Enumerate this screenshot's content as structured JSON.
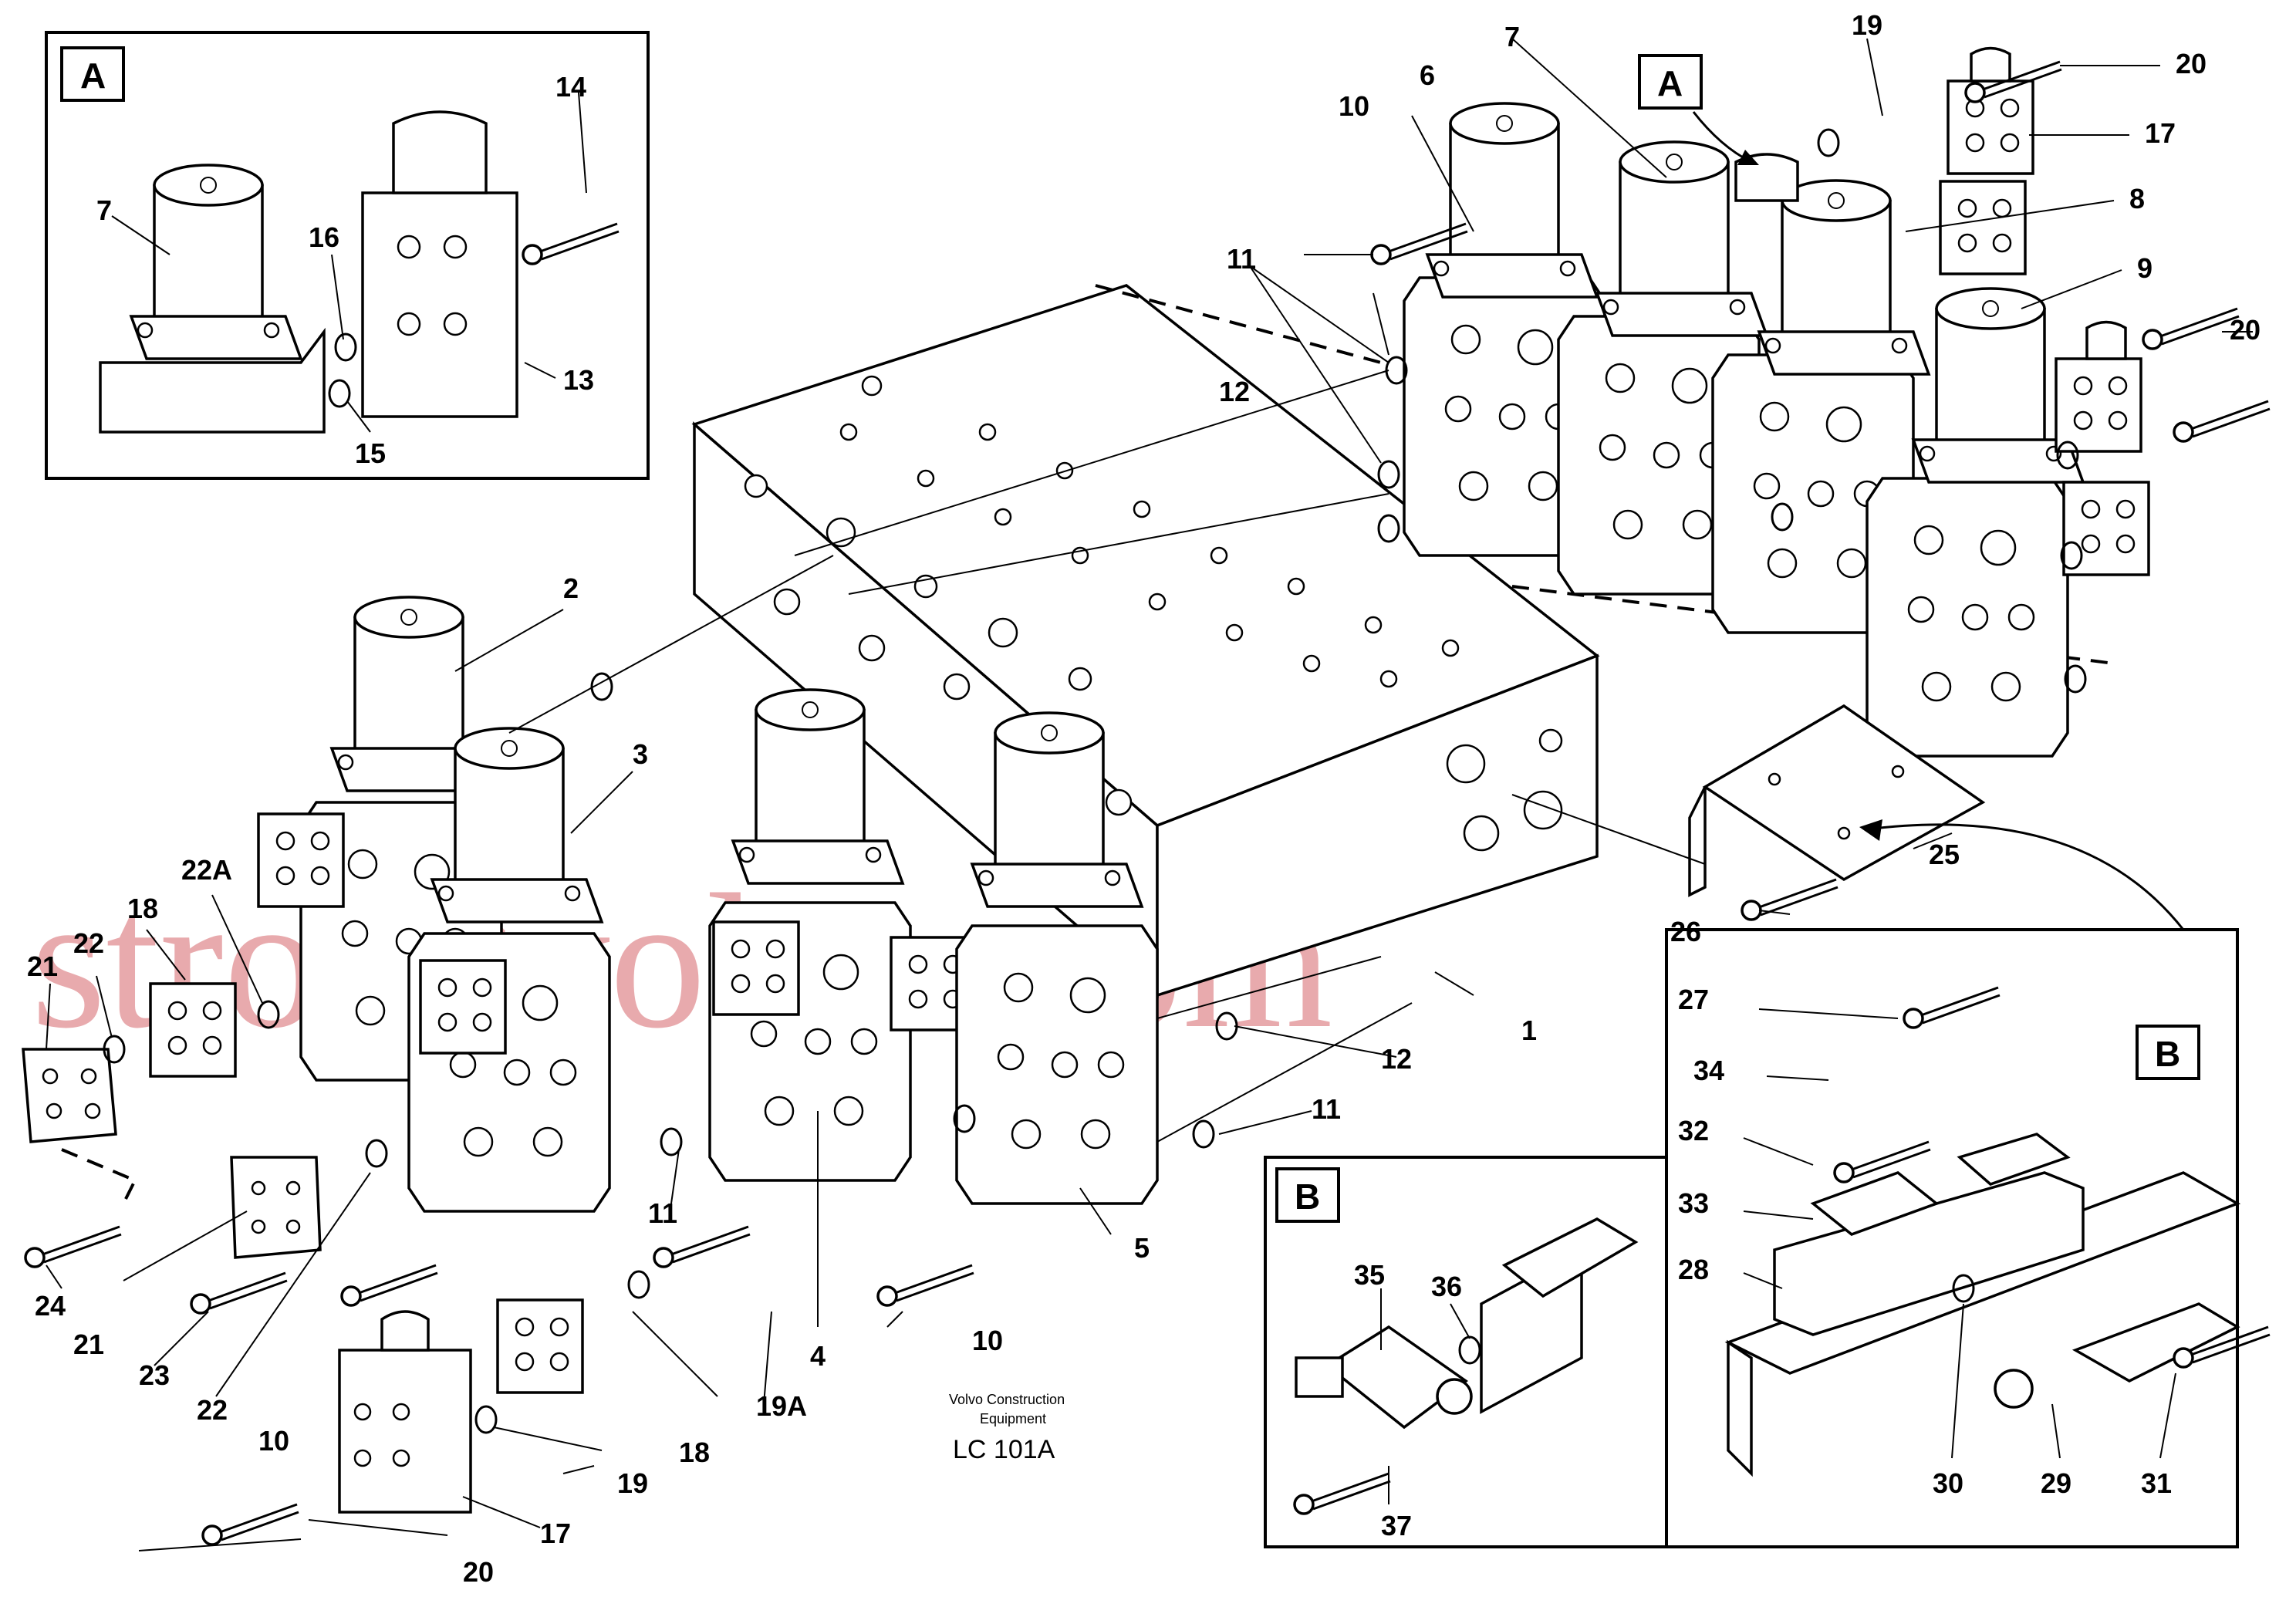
{
  "diagram": {
    "parts": [
      "1",
      "2",
      "3",
      "4",
      "5",
      "6",
      "7",
      "8",
      "9",
      "10",
      "11",
      "12",
      "13",
      "14",
      "15",
      "16",
      "17",
      "18",
      "19",
      "19A",
      "20",
      "21",
      "22",
      "22A",
      "23",
      "24",
      "25",
      "26",
      "27",
      "28",
      "29",
      "30",
      "31",
      "32",
      "33",
      "34",
      "35",
      "36",
      "37"
    ],
    "inset_a": {
      "tag": "A",
      "labels": {
        "p7": "7",
        "p14": "14",
        "p16": "16",
        "p13": "13",
        "p15": "15"
      }
    },
    "inset_b_small": {
      "tag": "B",
      "labels": {
        "p35": "35",
        "p36": "36",
        "p37": "37"
      }
    },
    "inset_b_large": {
      "tag": "B",
      "labels": {
        "p27": "27",
        "p34": "34",
        "p32": "32",
        "p33": "33",
        "p28": "28",
        "p30": "30",
        "p29": "29",
        "p31": "31"
      }
    },
    "main_labels": {
      "p1": "1",
      "p2": "2",
      "p3": "3",
      "p4": "4",
      "p5": "5",
      "p6": "6",
      "p7": "7",
      "p8": "8",
      "p9": "9",
      "p10a": "10",
      "p10b": "10",
      "p10c": "10",
      "p11a": "11",
      "p11b": "11",
      "p11c": "11",
      "p12a": "12",
      "p12b": "12",
      "p17a": "17",
      "p17b": "17",
      "p18a": "18",
      "p18b": "18",
      "p19a": "19",
      "p19b": "19",
      "p19A": "19A",
      "p20a": "20",
      "p20b": "20",
      "p20c": "20",
      "p21a": "21",
      "p21b": "21",
      "p22a": "22",
      "p22b": "22",
      "p22A": "22A",
      "p23": "23",
      "p24": "24",
      "p25": "25",
      "p26": "26",
      "callout_a": "A"
    },
    "caption": {
      "line1": "Volvo Construction",
      "line2": "Equipment",
      "code": "LC 101A"
    },
    "watermark": "strongvolvo.com"
  }
}
